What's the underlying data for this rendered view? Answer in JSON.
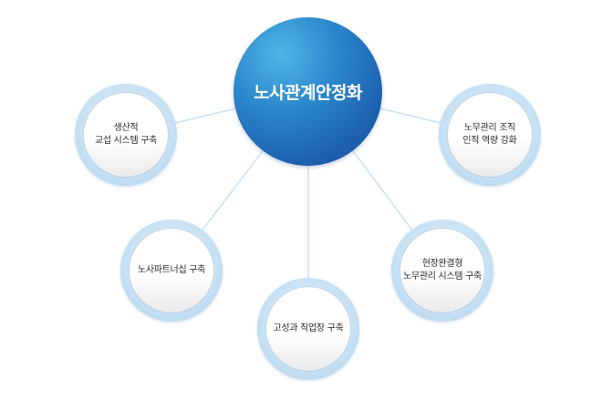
{
  "diagram": {
    "center": {
      "label": "노사관계안정화"
    },
    "nodes": [
      {
        "id": "n0",
        "lines": [
          "생산적",
          "교섭 시스템 구축"
        ]
      },
      {
        "id": "n1",
        "lines": [
          "노무관리 조직",
          "인적 역량 강화"
        ]
      },
      {
        "id": "n2",
        "lines": [
          "노사파트너십 구축"
        ]
      },
      {
        "id": "n3",
        "lines": [
          "현장완결형",
          "노무관리 시스템 구축"
        ]
      },
      {
        "id": "n4",
        "lines": [
          "고성과 직업장 구축"
        ]
      }
    ],
    "colors": {
      "center_fill": "#2b86cc",
      "connector": "#c6e2f3",
      "node_ring": "#c7e1f4"
    }
  }
}
